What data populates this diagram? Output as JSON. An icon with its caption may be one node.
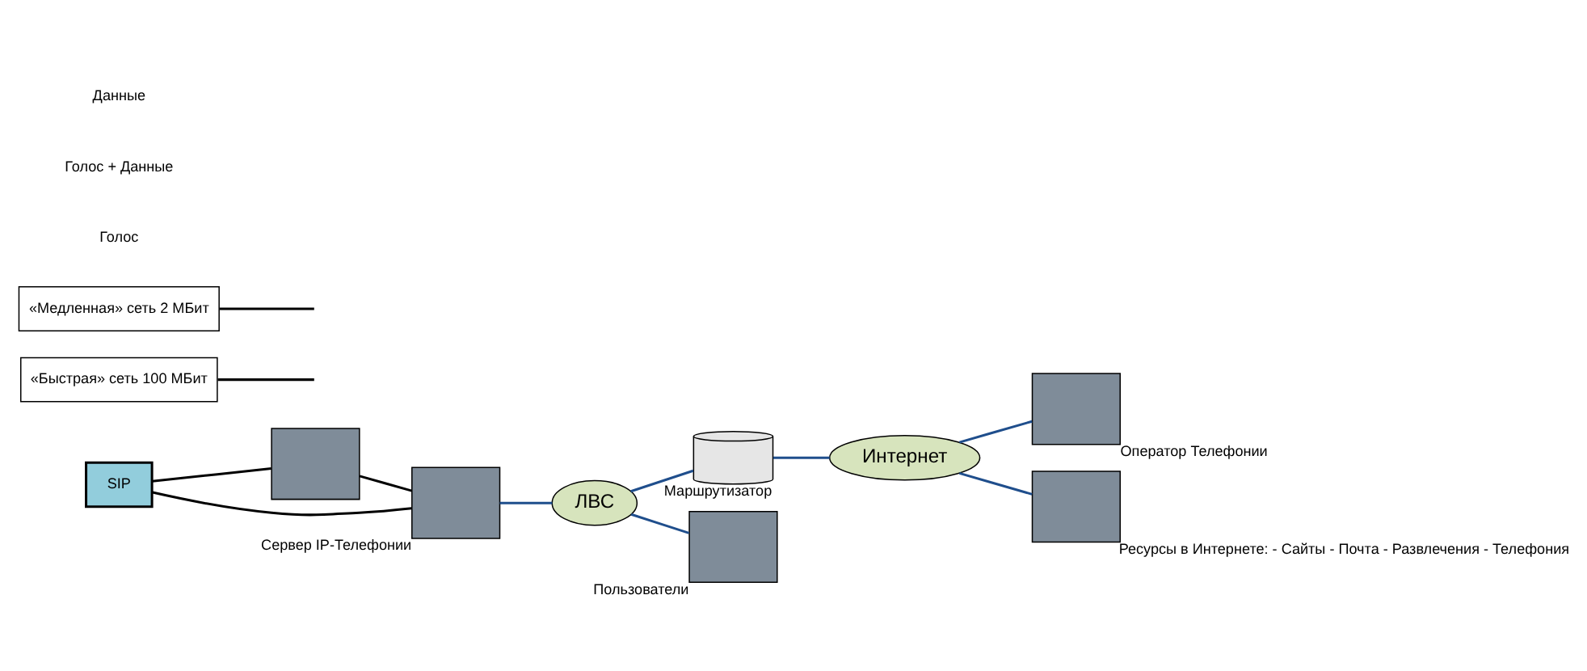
{
  "diagram": {
    "nodes": [
      {
        "text": [],
        "shape": "box"
      },
      {
        "text": [
          "SIP"
        ]
      },
      {
        "text": [],
        "shape": "box",
        "beside": [
          "Сервер IP-Телефонии"
        ]
      },
      {
        "text": [
          "ЛВС"
        ]
      },
      {
        "text": [],
        "shape": "cylinder",
        "beside": [
          "Маршрутизатор"
        ]
      },
      {
        "text": [
          "Интернет"
        ]
      },
      {
        "text": [],
        "shape": "box",
        "beside": [
          "Оператор Телефонии"
        ]
      },
      {
        "text": [],
        "shape": "box",
        "beside": [
          "Ресурсы в Интернете: - Сайты - Почта - Развлечения - Телефония"
        ]
      },
      {
        "text": [],
        "shape": "box",
        "beside": [
          "Пользователи"
        ]
      },
      {
        "text": [
          "«Быстрая» сеть 100 МБит"
        ]
      },
      {
        "text": [
          "«Медленная» сеть 2 МБит"
        ]
      }
    ],
    "edges": [
      {
        "from": 0,
        "to": 2,
        "arrow": "none",
        "color": "#000000"
      },
      {
        "from": 1,
        "to": 0,
        "arrow": "none",
        "color": "#000000"
      },
      {
        "from": 1,
        "to": 2,
        "arrow": "none",
        "color": "#000000"
      },
      {
        "from": 2,
        "to": 3,
        "arrow": "none"
      },
      {
        "from": 3,
        "to": 4,
        "arrow": "none"
      },
      {
        "from": 4,
        "to": 5,
        "arrow": "none"
      },
      {
        "from": 5,
        "to": 6,
        "arrow": "none"
      },
      {
        "from": 5,
        "to": 7,
        "arrow": "none"
      },
      {
        "from": 3,
        "to": 8,
        "arrow": "none"
      },
      {
        "from": 9,
        "to": null,
        "arrow": "none",
        "color": "#000000"
      },
      {
        "from": 10,
        "to": null,
        "arrow": "none",
        "color": "#000000"
      }
    ],
    "labels": [
      "Голос",
      "Голос + Данные",
      "Данные"
    ]
  }
}
